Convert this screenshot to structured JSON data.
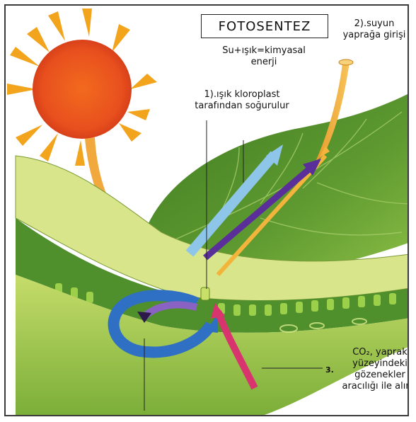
{
  "title": "FOTOSENTEZ",
  "equation": [
    "Su+ışık=kimyasal",
    "enerji"
  ],
  "labels": {
    "step1": [
      "1).ışık kloroplast",
      "tarafından soğurulur"
    ],
    "step2": [
      "2).suyun",
      "yaprağa girişi"
    ],
    "step3_marker": "3.",
    "step3": [
      "CO₂, yaprak",
      "yüzeyindeki",
      "gözenekler",
      "aracılığı ile alınır"
    ]
  },
  "colors": {
    "sun_core": "#e8501e",
    "sun_rays": "#f2a41c",
    "leaf_dark": "#4e8a2a",
    "leaf_light": "#b9d45c",
    "water_arrow": "#f0a028",
    "light_arrow_blue": "#8ec6ea",
    "light_arrow_purple": "#5a2f9a",
    "co2_arrow": "#d8356e",
    "cycle_blue": "#2f6fc4"
  }
}
